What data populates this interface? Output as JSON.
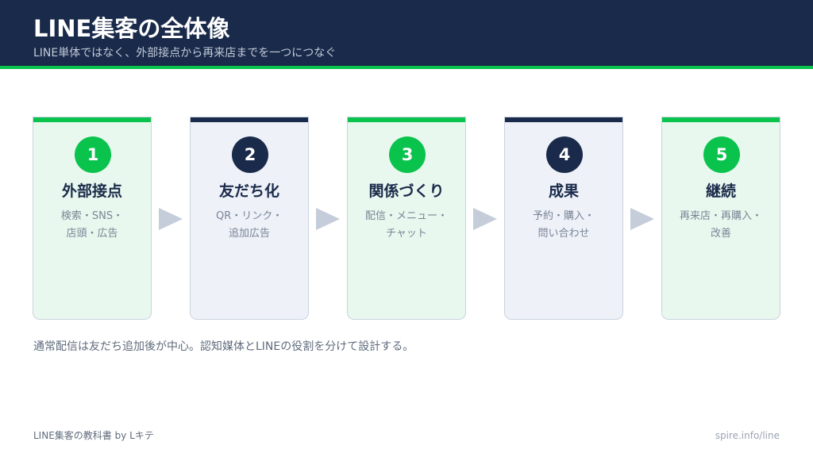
{
  "header": {
    "title": "LINE集客の全体像",
    "subtitle": "LINE単体ではなく、外部接点から再来店までを一つにつなぐ"
  },
  "colors": {
    "navy": "#1a2a4a",
    "green": "#0ac34d",
    "card_green_bg": "#e8f8ee",
    "card_navy_bg": "#eef1f8",
    "arrow": "#c4cdd9"
  },
  "steps": [
    {
      "number": "1",
      "title": "外部接点",
      "desc_line1": "検索・SNS・",
      "desc_line2": "店頭・広告",
      "accent": "green"
    },
    {
      "number": "2",
      "title": "友だち化",
      "desc_line1": "QR・リンク・",
      "desc_line2": "追加広告",
      "accent": "navy"
    },
    {
      "number": "3",
      "title": "関係づくり",
      "desc_line1": "配信・メニュー・",
      "desc_line2": "チャット",
      "accent": "green"
    },
    {
      "number": "4",
      "title": "成果",
      "desc_line1": "予約・購入・",
      "desc_line2": "問い合わせ",
      "accent": "navy"
    },
    {
      "number": "5",
      "title": "継続",
      "desc_line1": "再来店・再購入・",
      "desc_line2": "改善",
      "accent": "green"
    }
  ],
  "arrow_icon": "triangle-right-icon",
  "note": "通常配信は友だち追加後が中心。認知媒体とLINEの役割を分けて設計する。",
  "footer": {
    "left": "LINE集客の教科書 by Lキテ",
    "right": "spire.info/line"
  }
}
